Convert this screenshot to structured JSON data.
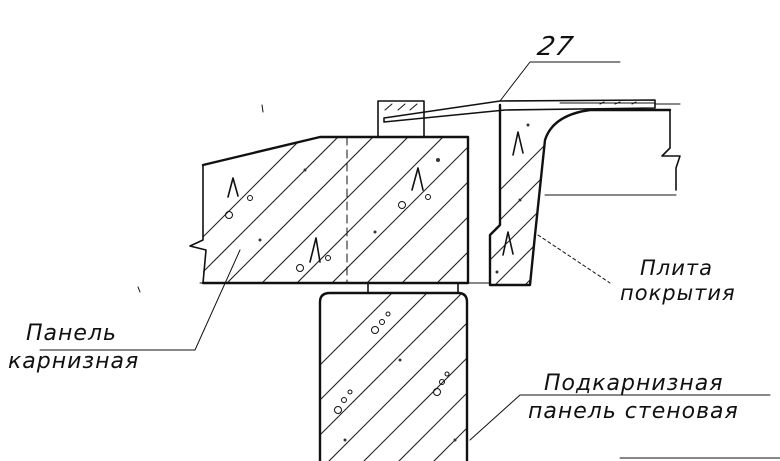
{
  "labels": {
    "item_number": "27",
    "roof_slab_line1": "Плита",
    "roof_slab_line2": "покрытия",
    "cornice_panel_line1": "Панель",
    "cornice_panel_line2": "карнизная",
    "wall_panel_line1": "Подкарнизная",
    "wall_panel_line2": "панель стеновая"
  },
  "colors": {
    "ink": "#111111",
    "paper": "#ffffff"
  }
}
